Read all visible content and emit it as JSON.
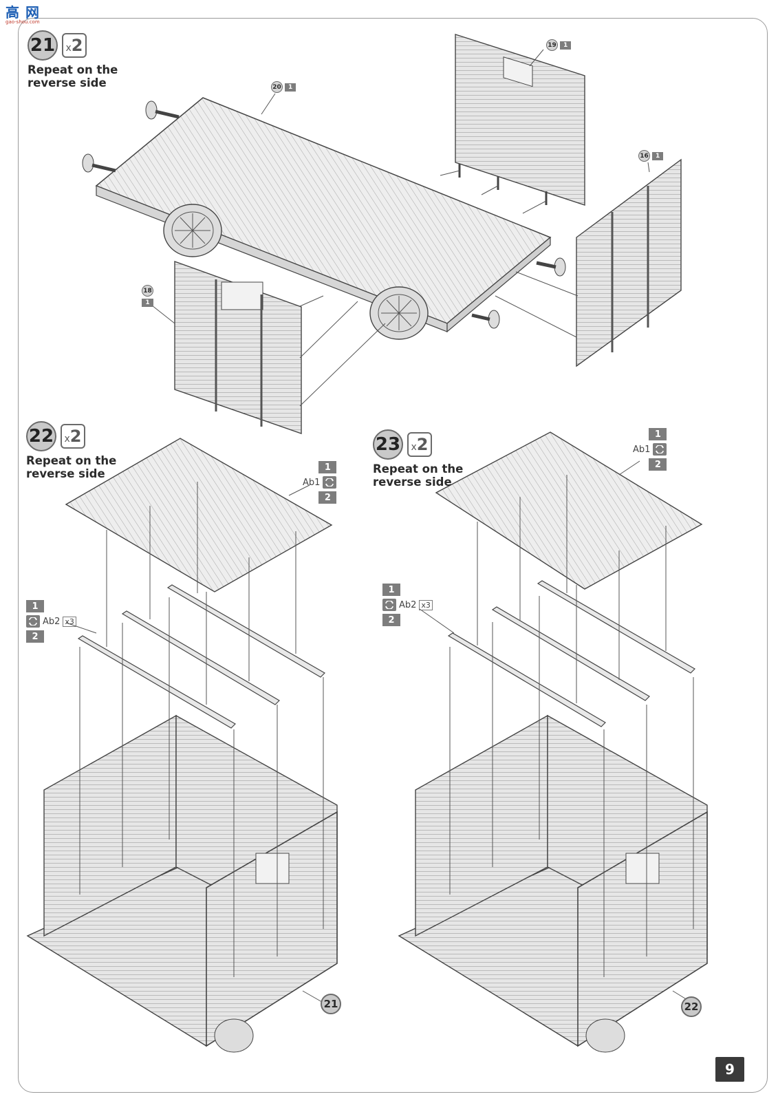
{
  "watermark": {
    "main": "高 网",
    "sub": "gao-shou.com"
  },
  "steps": [
    {
      "number": "21",
      "repeat_prefix": "x",
      "repeat_count": "2",
      "note": "Repeat on the reverse side"
    },
    {
      "number": "22",
      "repeat_prefix": "x",
      "repeat_count": "2",
      "note": "Repeat on the reverse side"
    },
    {
      "number": "23",
      "repeat_prefix": "x",
      "repeat_count": "2",
      "note": "Repeat on the reverse side"
    }
  ],
  "callouts": [
    {
      "part": "20",
      "sprue": "1"
    },
    {
      "part": "19",
      "sprue": "1"
    },
    {
      "part": "16",
      "sprue": "1"
    },
    {
      "part": "18",
      "sprue": "1"
    }
  ],
  "glue_roof_22": {
    "top": "1",
    "code": "Ab1",
    "bottom": "2"
  },
  "glue_bars_22": {
    "top": "1",
    "code": "Ab2",
    "mult": "x3",
    "bottom": "2"
  },
  "glue_roof_23": {
    "top": "1",
    "code": "Ab1",
    "bottom": "2"
  },
  "glue_bars_23": {
    "top": "1",
    "code": "Ab2",
    "mult": "x3",
    "bottom": "2"
  },
  "references": [
    "21",
    "22"
  ],
  "page_number": "9"
}
